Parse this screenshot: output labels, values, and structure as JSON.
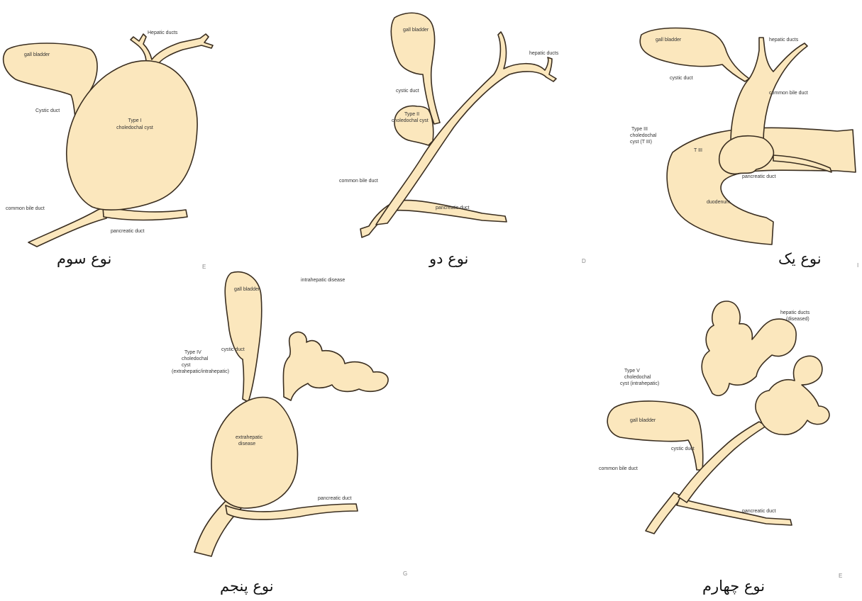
{
  "diagrams": {
    "type3": {
      "caption": "نوع سوم",
      "mark": "E",
      "labels": {
        "hepatic_ducts": "Hepatic ducts",
        "gall_bladder": "gall bladder",
        "cystic_duct": "Cystic duct",
        "type": "Type I",
        "cyst": "choledochal cyst",
        "common_bile_duct": "common bile duct",
        "pancreatic_duct": "pancreatic duct"
      }
    },
    "type2": {
      "caption": "نوع دو",
      "mark": "D",
      "labels": {
        "gall_bladder": "gall bladder",
        "hepatic_ducts": "hepatic ducts",
        "cystic_duct": "cystic duct",
        "type": "Type II",
        "cyst": "choledochal cyst",
        "common_bile_duct": "common bile duct",
        "pancreatic_duct": "pancreatic duct"
      }
    },
    "type1": {
      "caption": "نوع یک",
      "mark": "I",
      "labels": {
        "gall_bladder": "gall bladder",
        "hepatic_ducts": "hepatic ducts",
        "cystic_duct": "cystic duct",
        "common_bile_duct": "common bile duct",
        "type": "Type III",
        "cyst1": "choledochal",
        "cyst2": "cyst (T III)",
        "tiii": "T III",
        "pancreatic_duct": "pancreatic duct",
        "duodenum": "duodenum"
      }
    },
    "type5": {
      "caption": "نوع پنجم",
      "mark": "G",
      "labels": {
        "gall_bladder": "gall bladder",
        "intrahepatic_disease": "intrahepatic disease",
        "type": "Type IV",
        "cyst1": "choledochal",
        "cyst2": "cyst",
        "cyst3": "(extrahepatic/intrahepatic)",
        "cystic_duct": "cystic duct",
        "extra1": "extrahepatic",
        "extra2": "disease",
        "pancreatic_duct": "pancreatic duct"
      }
    },
    "type4": {
      "caption": "نوع چهارم",
      "mark": "E",
      "labels": {
        "hepatic1": "hepatic ducts",
        "hepatic2": "(diseased)",
        "type": "Type V",
        "cyst1": "choledochal",
        "cyst2": "cyst (intrahepatic)",
        "gall_bladder": "gall bladder",
        "cystic_duct": "cystic duct",
        "common_bile_duct": "common bile duct",
        "pancreatic_duct": "pancreatic duct"
      }
    }
  }
}
